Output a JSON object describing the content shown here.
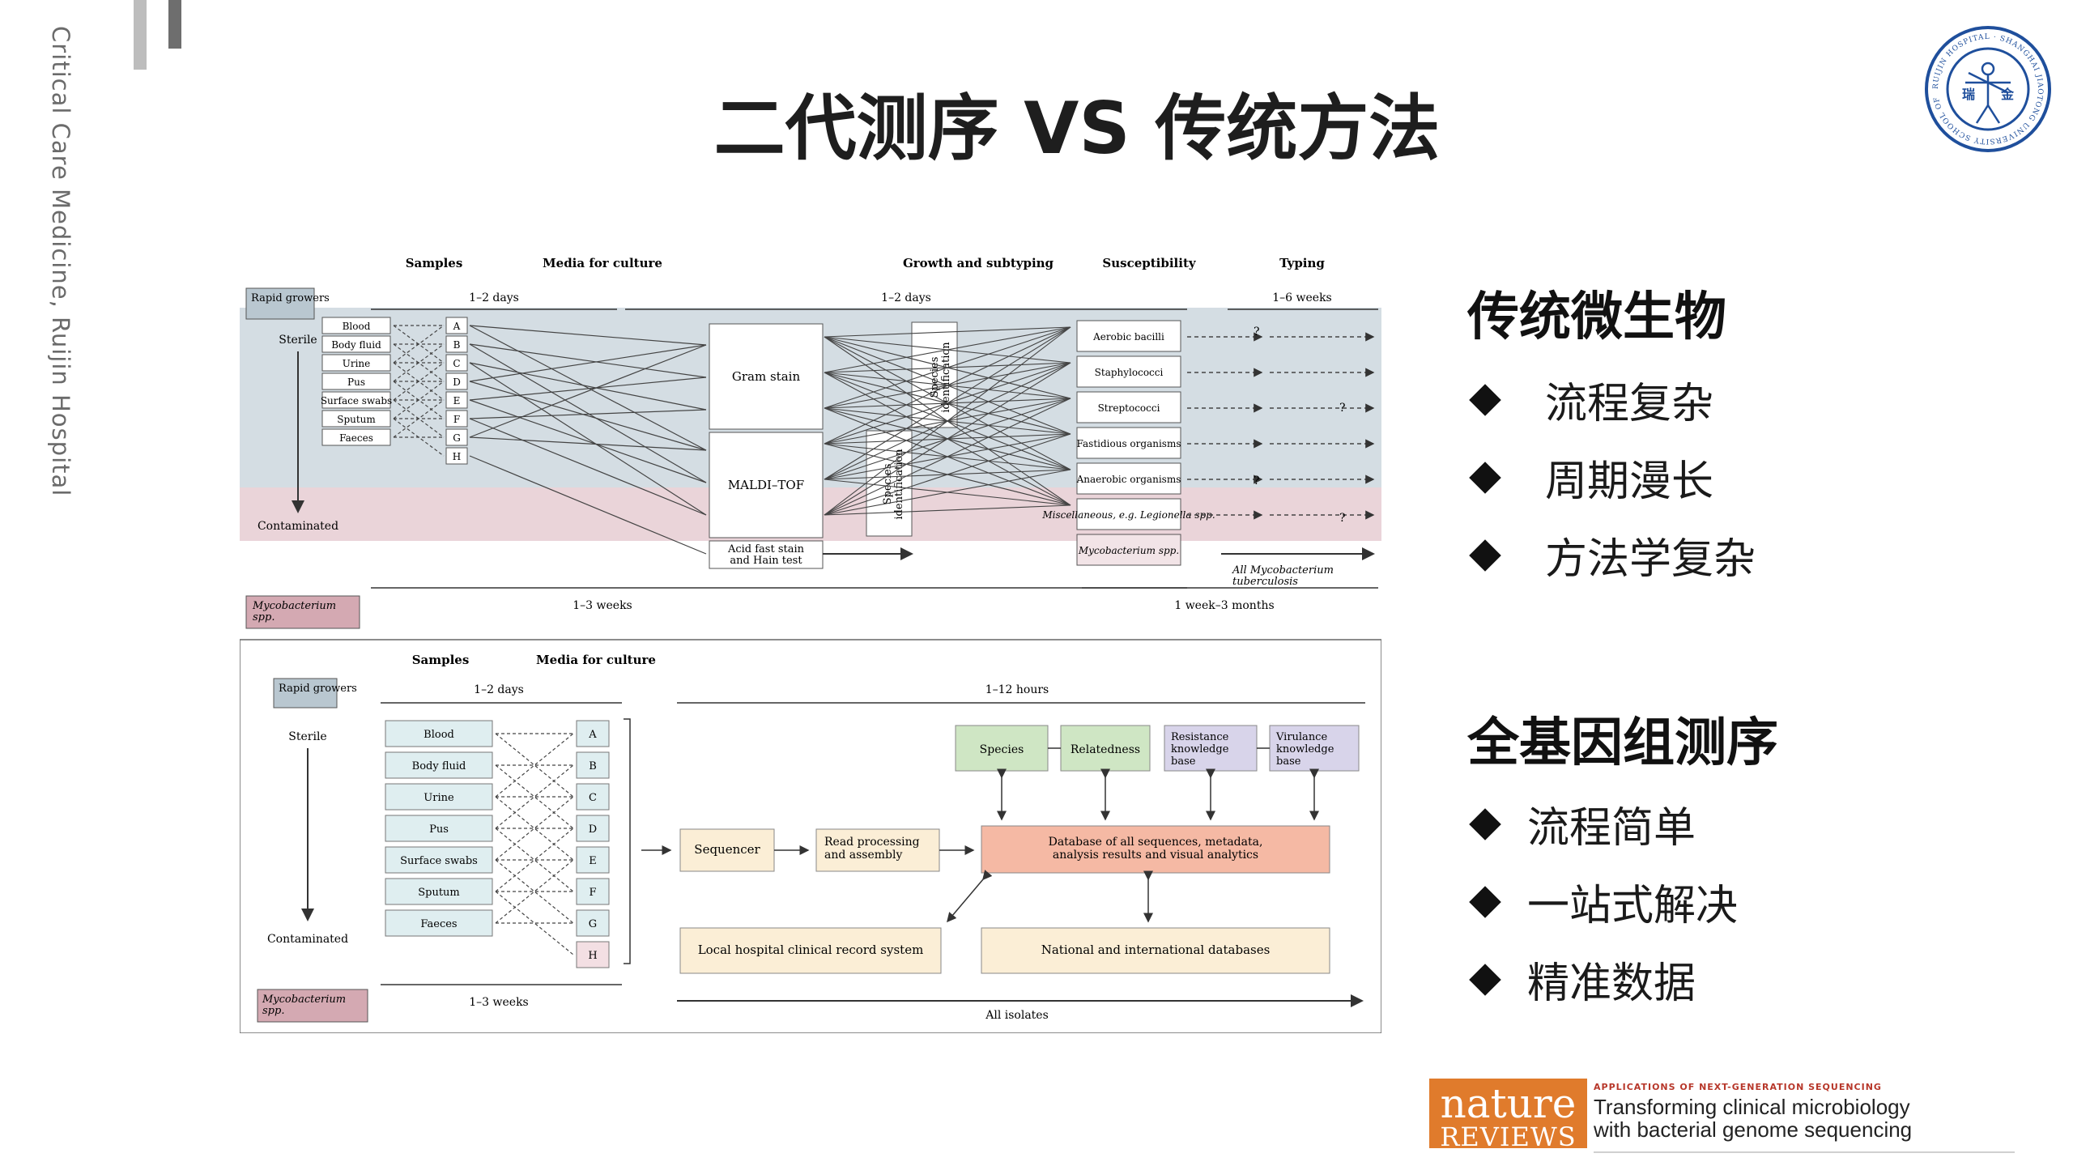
{
  "sidebar": {
    "text": "Critical Care Medicine, Ruijin Hospital"
  },
  "header": {
    "title": "二代测序 VS 传统方法"
  },
  "logo": {
    "icon": "ruijin-hospital-seal-icon",
    "ring_text": "RUIJIN HOSPITAL · SHANGHAI JIAOTONG UNIVERSITY SCHOOL OF MEDICINE",
    "left_char": "瑞",
    "right_char": "金",
    "color": "#1f4f9c"
  },
  "figure": {
    "top": {
      "headers": {
        "samples": "Samples",
        "media": "Media for culture",
        "growth": "Growth and subtyping",
        "susceptibility": "Susceptibility",
        "typing": "Typing"
      },
      "durations": {
        "d1": "1–2 days",
        "d2": "1–2 days",
        "d3": "1–6 weeks",
        "d4": "1–3 weeks",
        "d5": "1 week–3 months"
      },
      "rapid": "Rapid growers",
      "myco": "Mycobacterium spp.",
      "sterile": "Sterile",
      "contaminated": "Contaminated",
      "samples": [
        "Blood",
        "Body fluid",
        "Urine",
        "Pus",
        "Surface swabs",
        "Sputum",
        "Faeces"
      ],
      "media": [
        "A",
        "B",
        "C",
        "D",
        "E",
        "F",
        "G",
        "H"
      ],
      "methods": [
        "Gram stain",
        "MALDI–TOF",
        "Acid fast stain and Hain test"
      ],
      "species_id": "Species identification",
      "organisms": [
        "Aerobic bacilli",
        "Staphylococci",
        "Streptococci",
        "Fastidious organisms",
        "Anaerobic organisms",
        "Miscellaneous, e.g. Legionella spp.",
        "Mycobacterium spp."
      ],
      "all_myco": "All Mycobacterium tuberculosis",
      "q": "?"
    },
    "bottom": {
      "headers": {
        "samples": "Samples",
        "media": "Media for culture"
      },
      "durations": {
        "d1": "1–2 days",
        "d2": "1–12 hours",
        "d3": "1–3 weeks"
      },
      "rapid": "Rapid growers",
      "myco": "Mycobacterium spp.",
      "sterile": "Sterile",
      "contaminated": "Contaminated",
      "samples": [
        "Blood",
        "Body fluid",
        "Urine",
        "Pus",
        "Surface swabs",
        "Sputum",
        "Faeces"
      ],
      "media": [
        "A",
        "B",
        "C",
        "D",
        "E",
        "F",
        "G",
        "H"
      ],
      "sequencer": "Sequencer",
      "read": "Read processing and assembly",
      "database": "Database of all sequences, metadata, analysis results and visual analytics",
      "kb": [
        "Species",
        "Relatedness",
        "Resistance knowledge base",
        "Virulance knowledge base"
      ],
      "local": "Local hospital clinical record system",
      "national": "National and international databases",
      "all_isolates": "All isolates"
    }
  },
  "traditional": {
    "title": "传统微生物",
    "items": [
      "流程复杂",
      "周期漫长",
      "方法学复杂"
    ]
  },
  "wgs": {
    "title": "全基因组测序",
    "items": [
      "流程简单",
      "一站式解决",
      "精准数据"
    ]
  },
  "citation": {
    "logo_line1": "nature",
    "logo_line2": "REVIEWS",
    "series": "APPLICATIONS OF NEXT-GENERATION SEQUENCING",
    "title_line1": "Transforming clinical microbiology",
    "title_line2": "with bacterial genome sequencing",
    "accent": "#e07b2c"
  }
}
